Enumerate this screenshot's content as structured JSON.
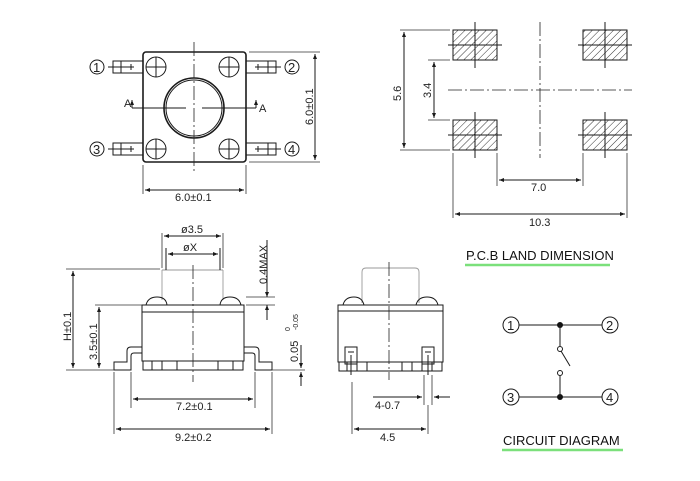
{
  "title": "Tactile Switch 6x6 SMD Mechanical Drawing",
  "top_view": {
    "pins": [
      "1",
      "2",
      "3",
      "4"
    ],
    "section_marks": [
      "A",
      "A"
    ],
    "width_dim": "6.0±0.1",
    "height_dim": "6.0±0.1"
  },
  "pcb_land": {
    "height_outer": "5.6",
    "height_inner": "3.4",
    "span_inner": "7.0",
    "span_outer": "10.3",
    "caption": "P.C.B LAND DIMENSION"
  },
  "side_view": {
    "actuator_outer_dia": "ø3.5",
    "actuator_inner_dia": "øX",
    "top_gap": "0.4MAX",
    "total_height": "H±0.1",
    "body_height": "3.5±0.1",
    "standoff": "0.05",
    "standoff_tol_upper": "0",
    "standoff_tol_lower": "-0.05",
    "body_length": "7.2±0.1",
    "overall_length": "9.2±0.2"
  },
  "end_view": {
    "lead_width": "4-0.7",
    "lead_pitch": "4.5"
  },
  "circuit": {
    "pins": [
      "1",
      "2",
      "3",
      "4"
    ],
    "caption": "CIRCUIT DIAGRAM"
  },
  "colors": {
    "line": "#1a1a1a",
    "underline": "#7be07b"
  }
}
